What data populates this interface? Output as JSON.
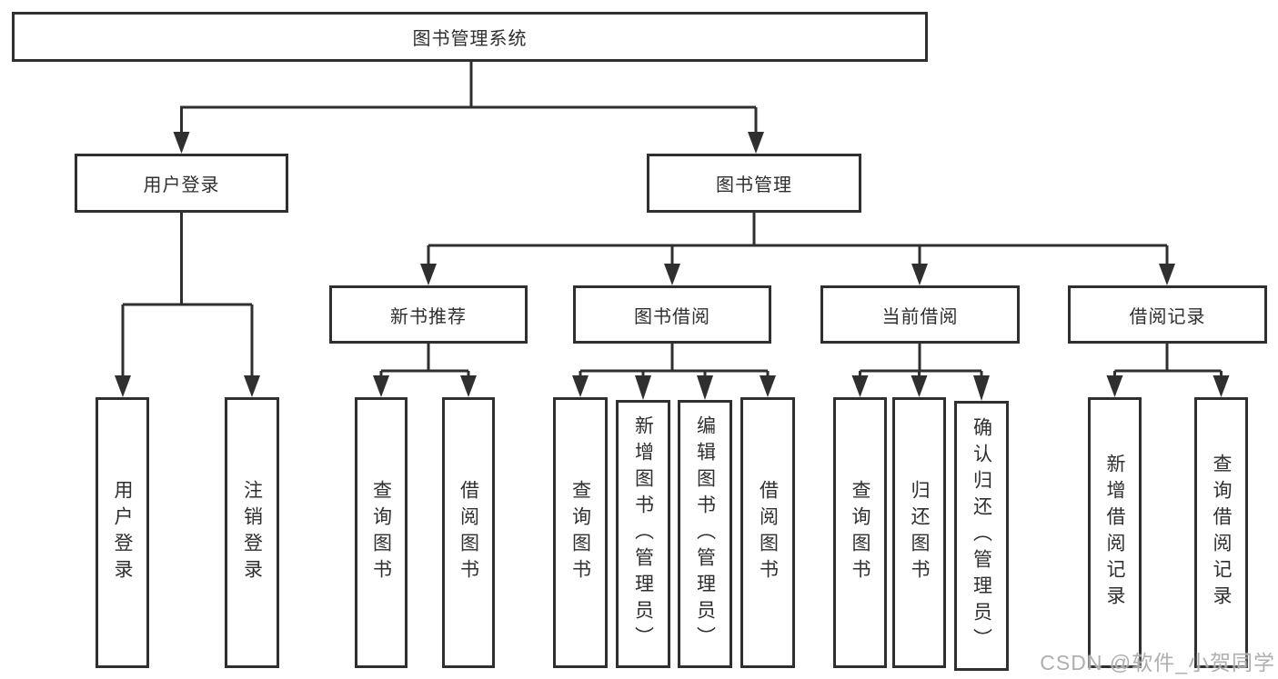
{
  "tree": {
    "root": {
      "label": "图书管理系统",
      "children": [
        {
          "label": "用户登录",
          "children": [
            {
              "label": "用户登录"
            },
            {
              "label": "注销登录"
            }
          ]
        },
        {
          "label": "图书管理",
          "children": [
            {
              "label": "新书推荐",
              "children": [
                {
                  "label": "查询图书"
                },
                {
                  "label": "借阅图书"
                }
              ]
            },
            {
              "label": "图书借阅",
              "children": [
                {
                  "label": "查询图书"
                },
                {
                  "label": "新增图书（管理员）"
                },
                {
                  "label": "编辑图书（管理员）"
                },
                {
                  "label": "借阅图书"
                }
              ]
            },
            {
              "label": "当前借阅",
              "children": [
                {
                  "label": "查询图书"
                },
                {
                  "label": "归还图书"
                },
                {
                  "label": "确认归还（管理员）"
                }
              ]
            },
            {
              "label": "借阅记录",
              "children": [
                {
                  "label": "新增借阅记录"
                },
                {
                  "label": "查询借阅记录"
                }
              ]
            }
          ]
        }
      ]
    }
  },
  "watermark": {
    "text": "CSDN @软件_小贺同学"
  },
  "colors": {
    "line": "#2f2f2f",
    "box_border": "#2f2f2f",
    "text": "#2f2f2f",
    "watermark": "#a8a8a8",
    "background": "#ffffff"
  }
}
